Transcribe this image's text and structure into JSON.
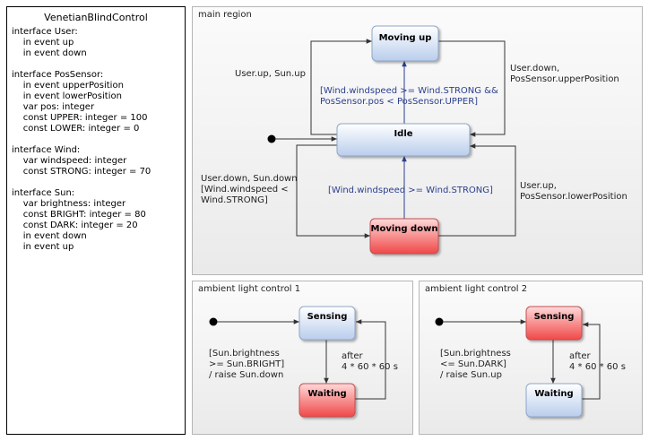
{
  "spec": {
    "title": "VenetianBlindControl",
    "lines": [
      "interface User:",
      "    in event up",
      "    in event down",
      "",
      "interface PosSensor:",
      "    in event upperPosition",
      "    in event lowerPosition",
      "    var pos: integer",
      "    const UPPER: integer = 100",
      "    const LOWER: integer = 0",
      "",
      "interface Wind:",
      "    var windspeed: integer",
      "    const STRONG: integer = 70",
      "",
      "interface Sun:",
      "    var brightness: integer",
      "    const BRIGHT: integer = 80",
      "    const DARK: integer = 20",
      "    in event down",
      "    in event up"
    ]
  },
  "main_region": {
    "title": "main region",
    "states": {
      "moving_up": "Moving up",
      "idle": "Idle",
      "moving_down": "Moving down"
    },
    "transitions": {
      "idle_to_up": [
        "User.up, Sun.up"
      ],
      "wind_to_up": [
        "[Wind.windspeed >= Wind.STRONG &&",
        "PosSensor.pos < PosSensor.UPPER]"
      ],
      "up_to_idle": [
        "User.down,",
        "PosSensor.upperPosition"
      ],
      "idle_to_down": [
        "User.down, Sun.down",
        "[Wind.windspeed <",
        "Wind.STRONG]"
      ],
      "down_to_idle_wind": [
        "[Wind.windspeed >= Wind.STRONG]"
      ],
      "down_to_idle": [
        "User.up,",
        "PosSensor.lowerPosition"
      ]
    }
  },
  "ambient1": {
    "title": "ambient light control 1",
    "states": {
      "sensing": "Sensing",
      "waiting": "Waiting"
    },
    "guard": [
      "[Sun.brightness",
      ">= Sun.BRIGHT]",
      "/ raise Sun.down"
    ],
    "after": [
      "after",
      "4 * 60 * 60 s"
    ]
  },
  "ambient2": {
    "title": "ambient light control 2",
    "states": {
      "sensing": "Sensing",
      "waiting": "Waiting"
    },
    "guard": [
      "[Sun.brightness",
      "<= Sun.DARK]",
      "/ raise Sun.up"
    ],
    "after": [
      "after",
      "4 * 60 * 60 s"
    ]
  }
}
